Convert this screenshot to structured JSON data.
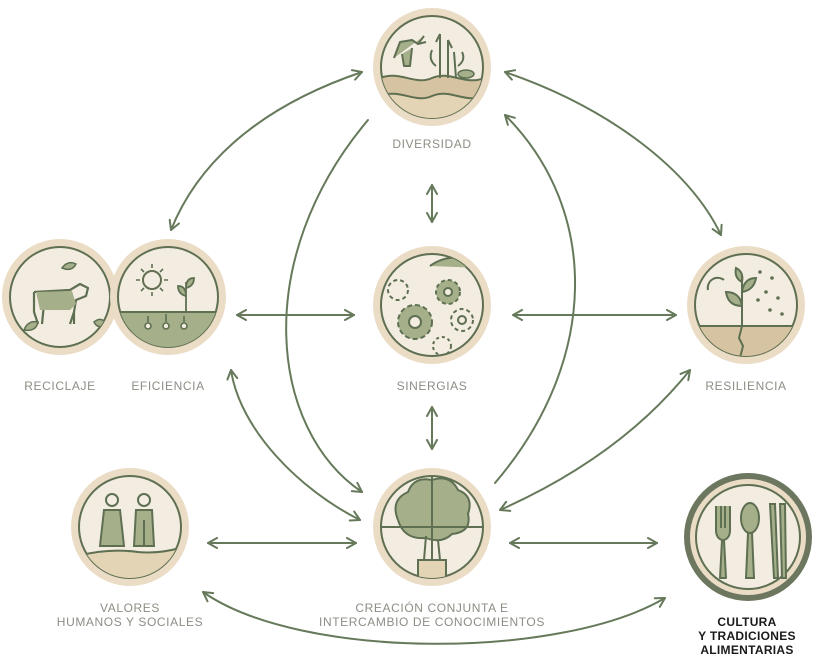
{
  "nodes": {
    "diversidad": {
      "label": "DIVERSIDAD",
      "icon": "animals-plants-fish-icon"
    },
    "reciclaje": {
      "label": "RECICLAJE",
      "icon": "cow-leaves-icon"
    },
    "eficiencia": {
      "label": "EFICIENCIA",
      "icon": "sun-seedlings-icon"
    },
    "sinergias": {
      "label": "SINERGIAS",
      "icon": "gears-hand-icon"
    },
    "resiliencia": {
      "label": "RESILIENCIA",
      "icon": "plant-rain-sun-icon"
    },
    "valores": {
      "label_lines": [
        "VALORES",
        "HUMANOS Y SOCIALES"
      ],
      "icon": "farmers-hand-icon"
    },
    "creacion": {
      "label_lines": [
        "CREACIÓN CONJUNTA E",
        "INTERCAMBIO DE CONOCIMIENTOS"
      ],
      "icon": "trees-puzzle-icon"
    },
    "cultura": {
      "label_lines": [
        "CULTURA",
        "Y TRADICIONES",
        "ALIMENTARIAS"
      ],
      "icon": "fork-spoon-chopsticks-icon",
      "highlighted": true
    }
  },
  "colors": {
    "ring": "#ebdcc6",
    "disc": "#f3ede1",
    "line": "#5e6f52",
    "arrow": "#66795a",
    "green": "#a5b08b",
    "green_dark": "#7d8a68",
    "label": "#8a8f84",
    "highlight_ring": "#6d7760",
    "highlight_text": "#1a1a1a"
  }
}
